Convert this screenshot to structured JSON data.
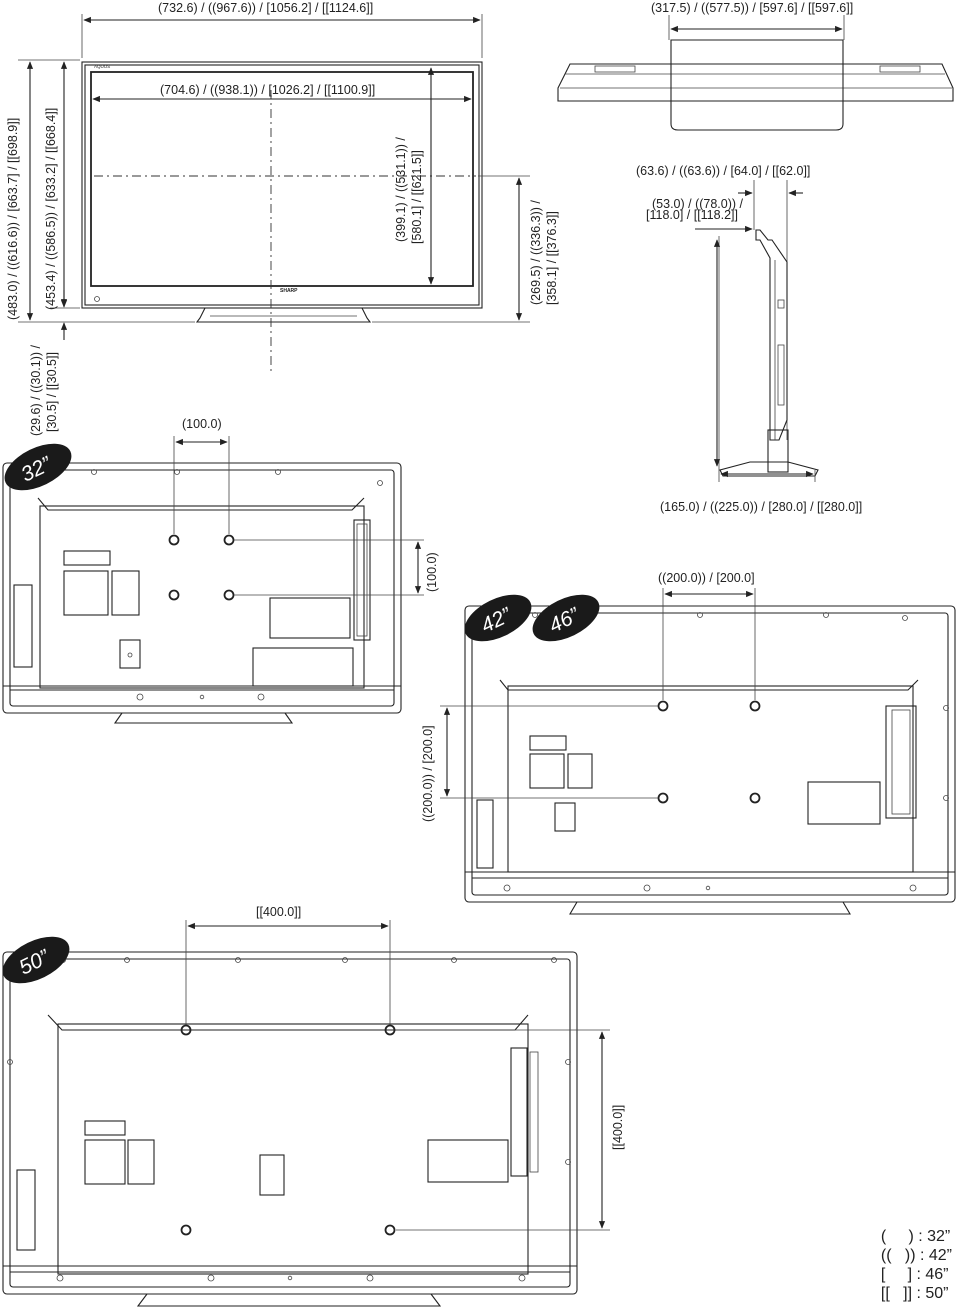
{
  "front": {
    "outer_width": "(732.6) / ((967.6)) / [1056.2] / [[1124.6]]",
    "screen_width": "(704.6) / ((938.1)) / [1026.2] / [[1100.9]]",
    "outer_height": "(483.0) / ((616.6)) / [663.7] / [[698.9]]",
    "body_height": "(453.4) / ((586.5)) / [633.2] / [[668.4]]",
    "screen_height_1": "(399.1) / ((531.1)) /",
    "screen_height_2": "[580.1] / [[621.5]]",
    "base_offset_1": "(29.6) / ((30.1)) /",
    "base_offset_2": "[30.5] / [[30.5]]",
    "center_height_1": "(269.5) / ((336.3)) /",
    "center_height_2": "[358.1] / [[376.3]]",
    "brand": "SHARP",
    "sub_brand": "AQUOS"
  },
  "top_view": {
    "stand_width": "(317.5) / ((577.5)) / [597.6] / [[597.6]]"
  },
  "side_view": {
    "depth_total": "(63.6) / ((63.6)) / [64.0] / [[62.0]]",
    "depth_body_1": "(53.0) / ((78.0)) /",
    "depth_body_2": "[118.0] / [[118.2]]",
    "stand_depth": "(165.0) / ((225.0)) / [280.0] / [[280.0]]"
  },
  "rear_32": {
    "badge": "32”",
    "vesa_h": "(100.0)",
    "vesa_v": "(100.0)"
  },
  "rear_42_46": {
    "badge_42": "42”",
    "badge_46": "46”",
    "vesa_h": "((200.0)) / [200.0]",
    "vesa_v": "((200.0)) / [200.0]"
  },
  "rear_50": {
    "badge": "50”",
    "vesa_h": "[[400.0]]",
    "vesa_v": "[[400.0]]"
  },
  "legend": [
    "(     ) : 32”",
    "((   )) : 42”",
    "[     ] : 46”",
    "[[   ]] : 50”"
  ]
}
